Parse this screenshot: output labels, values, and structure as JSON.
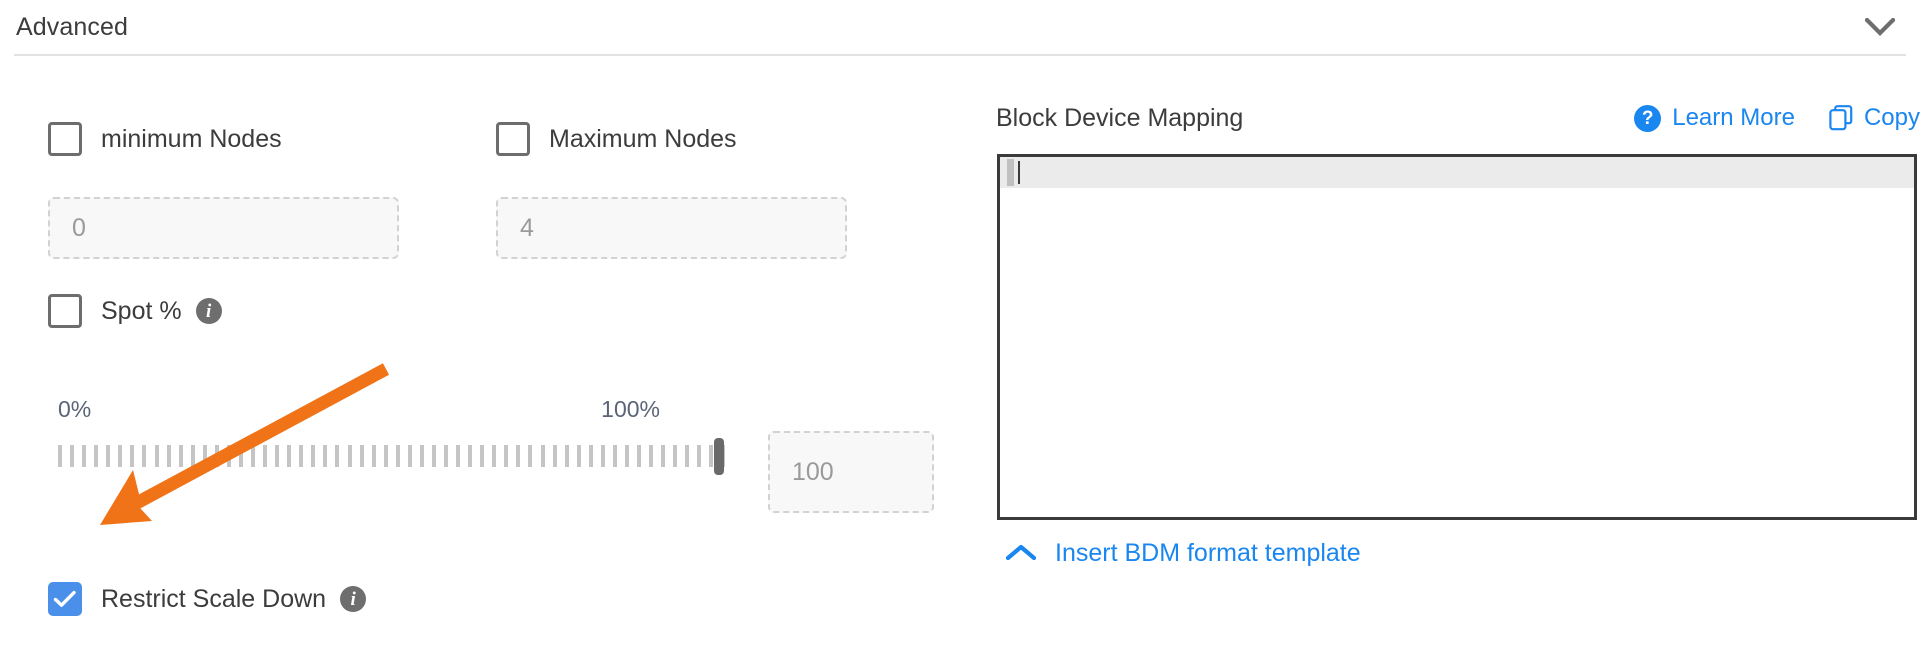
{
  "section": {
    "title": "Advanced",
    "collapse_icon": "chevron-down-icon"
  },
  "left_panel": {
    "min_nodes": {
      "label": "minimum Nodes",
      "checked": false,
      "input_value": "0"
    },
    "max_nodes": {
      "label": "Maximum Nodes",
      "checked": false,
      "input_value": "4"
    },
    "spot": {
      "label": "Spot %",
      "checked": false,
      "info_icon": "info-icon",
      "info_glyph": "i"
    },
    "slider": {
      "min_label": "0%",
      "max_label": "100%",
      "value": 100,
      "value_input": "100",
      "tick_count": 56
    },
    "restrict_scale_down": {
      "label": "Restrict Scale Down",
      "checked": true,
      "info_icon": "info-icon",
      "info_glyph": "i"
    }
  },
  "right_panel": {
    "title": "Block Device Mapping",
    "learn_more": {
      "label": "Learn More",
      "icon": "question-circle-icon",
      "icon_glyph": "?"
    },
    "copy": {
      "label": "Copy",
      "icon": "copy-icon"
    },
    "editor": {
      "content": "",
      "active_line": 1
    },
    "insert_template": {
      "label": "Insert BDM format template",
      "icon": "chevron-up-icon"
    }
  },
  "annotation": {
    "type": "arrow",
    "color": "#f07318",
    "points_to": "restrict-scale-down-checkbox"
  },
  "colors": {
    "accent_blue": "#1a86f0",
    "checkbox_blue": "#4a90ea",
    "text": "#3c3c3c",
    "muted": "#9a9a9a",
    "slider_label": "#5c6478",
    "annotation_orange": "#f07318"
  }
}
